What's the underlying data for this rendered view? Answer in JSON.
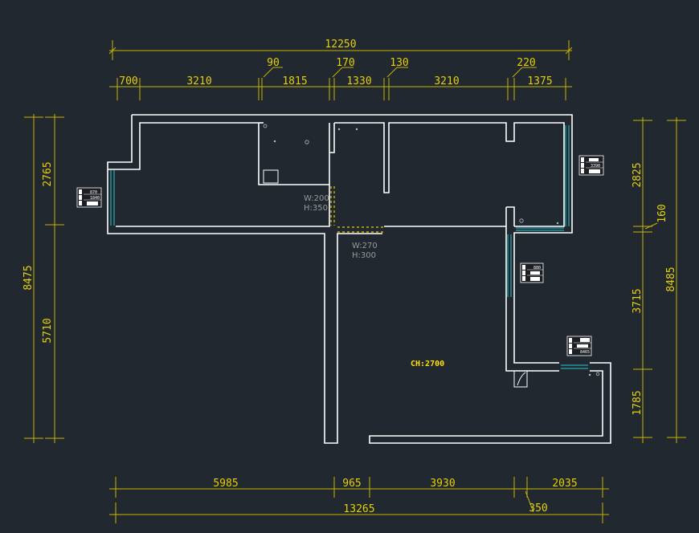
{
  "dimensions": {
    "top_total": "12250",
    "top_segments": [
      "700",
      "3210",
      "1815",
      "1330",
      "3210",
      "1375"
    ],
    "top_small": [
      "90",
      "170",
      "130",
      "220"
    ],
    "bottom_segments": [
      "5985",
      "965",
      "3930",
      "2035"
    ],
    "bottom_small": "350",
    "bottom_total": "13265",
    "left_total": "8475",
    "left_segments": [
      "2765",
      "5710"
    ],
    "right_total": "8485",
    "right_segments": [
      "2825",
      "160",
      "3715",
      "1785"
    ]
  },
  "openings": [
    {
      "w": "W:200",
      "h": "H:350"
    },
    {
      "w": "W:270",
      "h": "H:300"
    }
  ],
  "ceiling_height": "CH:2700",
  "tags": [
    {
      "a": "870",
      "b": "1840"
    },
    {
      "a": "",
      "b": "3390"
    },
    {
      "a": "880",
      "b": ""
    },
    {
      "a": "",
      "b": "8465"
    }
  ],
  "colors": {
    "background": "#212830",
    "dimension": "#e6d000",
    "wall": "#ffffff",
    "window": "#29c8d0",
    "label": "#9a9a9a"
  }
}
